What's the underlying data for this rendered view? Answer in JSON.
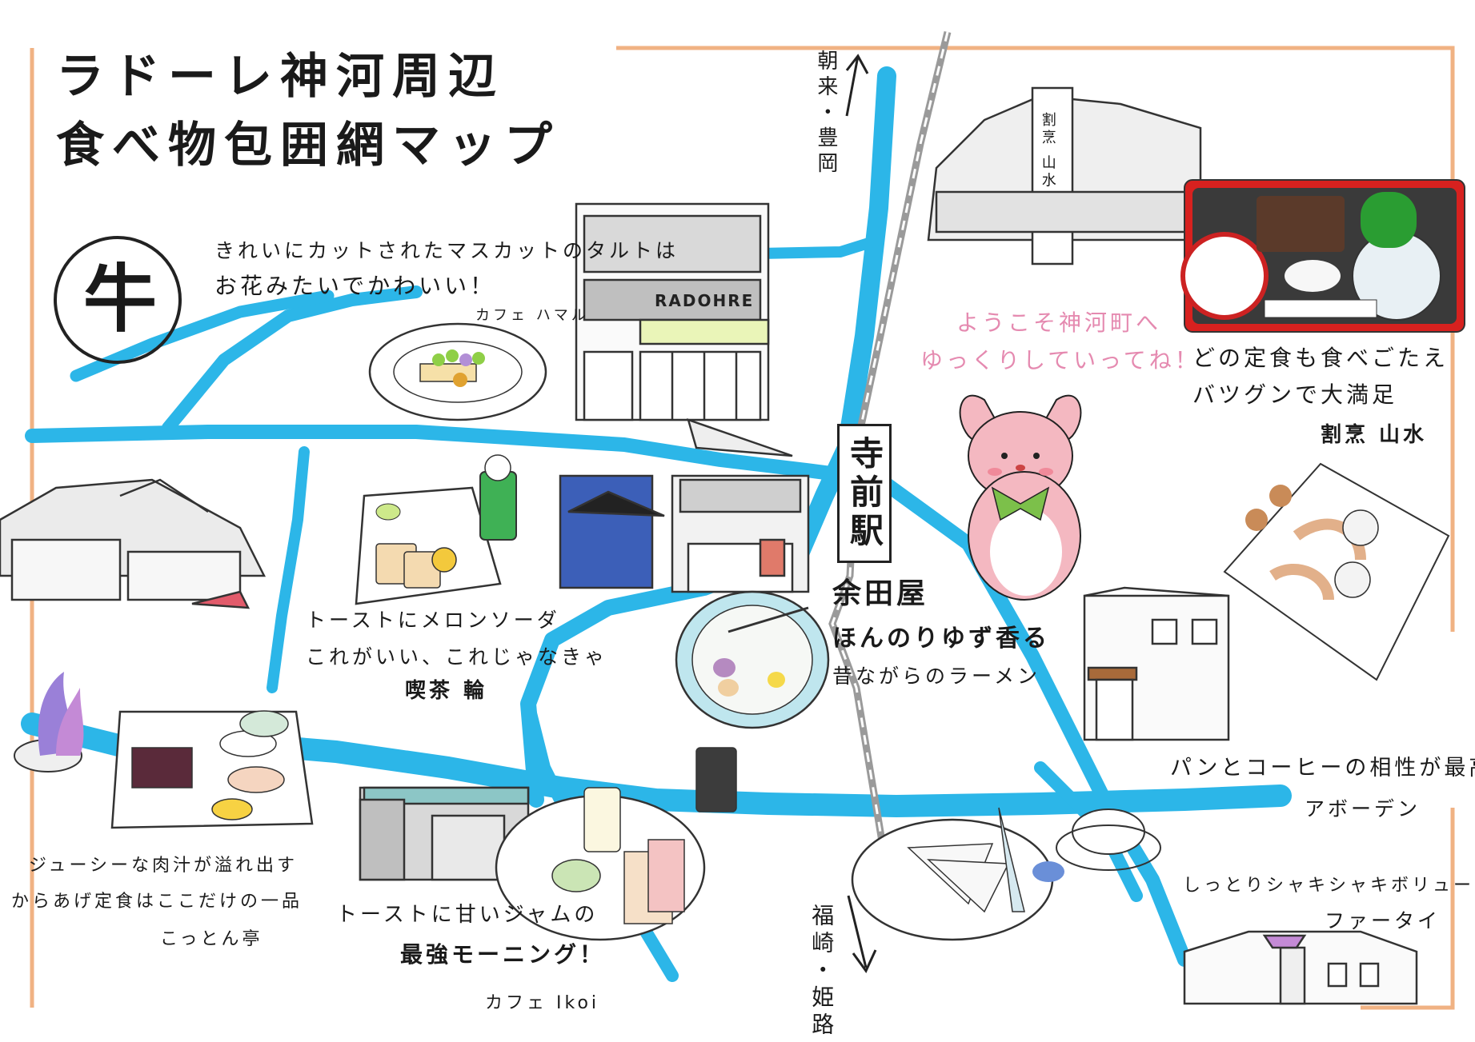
{
  "title": {
    "line1": "ラドーレ神河周辺",
    "line2": "食べ物包囲網マップ"
  },
  "compass": {
    "symbol": "牛"
  },
  "station": {
    "name": "寺前駅"
  },
  "directions": {
    "north": "朝来・豊岡",
    "south": "福崎・姫路"
  },
  "welcome": {
    "line1": "ようこそ神河町へ",
    "line2": "ゆっくりしていってね！"
  },
  "spots": {
    "hamaru": {
      "caption1": "きれいにカットされたマスカットのタルトは",
      "caption2": "お花みたいでかわいい！",
      "name": "カフェ ハマル",
      "sign": "RADOHRE"
    },
    "wa": {
      "caption1": "トーストにメロンソーダ",
      "caption2": "これがいい、これじゃなきゃ",
      "name": "喫茶 輪"
    },
    "yoshidaya": {
      "name": "余田屋",
      "caption1": "ほんのりゆず香る",
      "caption2": "昔ながらのラーメン"
    },
    "sansui": {
      "caption1": "どの定食も食べごたえ",
      "caption2": "バツグンで大満足",
      "name": "割烹 山水",
      "sign": "割烹 山水"
    },
    "aboden": {
      "caption": "パンとコーヒーの相性が最高！",
      "name": "アボーデン"
    },
    "fatai": {
      "caption": "しっとりシャキシャキボリューミー",
      "name": "ファータイ"
    },
    "ikoi": {
      "caption1": "トーストに甘いジャムの",
      "caption2": "最強モーニング！",
      "name": "カフェ Ikoi"
    },
    "kottontei": {
      "caption1": "ジューシーな肉汁が溢れ出す",
      "caption2": "からあげ定食はここだけの一品",
      "name": "こっとん亭"
    }
  },
  "colors": {
    "river": "#2cb6e8",
    "rail": "#9a9a9a",
    "frame": "#f0b283",
    "mascot": "#f4b8c1",
    "ribbon": "#7cc04a",
    "welcome_text": "#e58ab0"
  }
}
